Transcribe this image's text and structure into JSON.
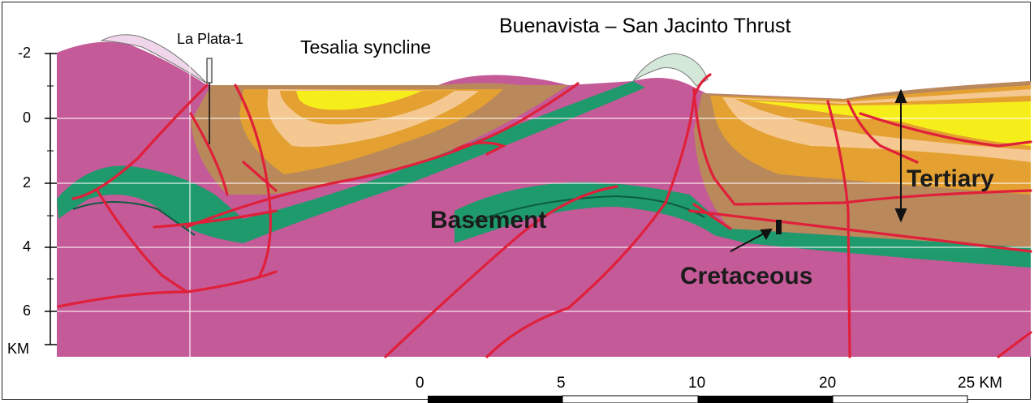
{
  "titles": {
    "well": "La  Plata-1",
    "syncline": "Tesalia syncline",
    "thrust": "Buenavista – San Jacinto Thrust"
  },
  "units": {
    "basement": "Basement",
    "tertiary": "Tertiary",
    "cretaceous": "Cretaceous"
  },
  "depth_axis": {
    "ticks": [
      "-2",
      "0",
      "2",
      "4",
      "6"
    ],
    "unit": "KM"
  },
  "scale_bar": {
    "labels": [
      "0",
      "5",
      "10",
      "20",
      "25 KM"
    ]
  },
  "colors": {
    "basement": "#c45a98",
    "cretaceous_green": "#1f9a6c",
    "tertiary_brown": "#b9895c",
    "tertiary_orange": "#e4a030",
    "tertiary_peach": "#f4c890",
    "tertiary_yellow": "#f6ee1a",
    "faults": "#e0203a",
    "eroded_ghost": "#efd6ea"
  }
}
